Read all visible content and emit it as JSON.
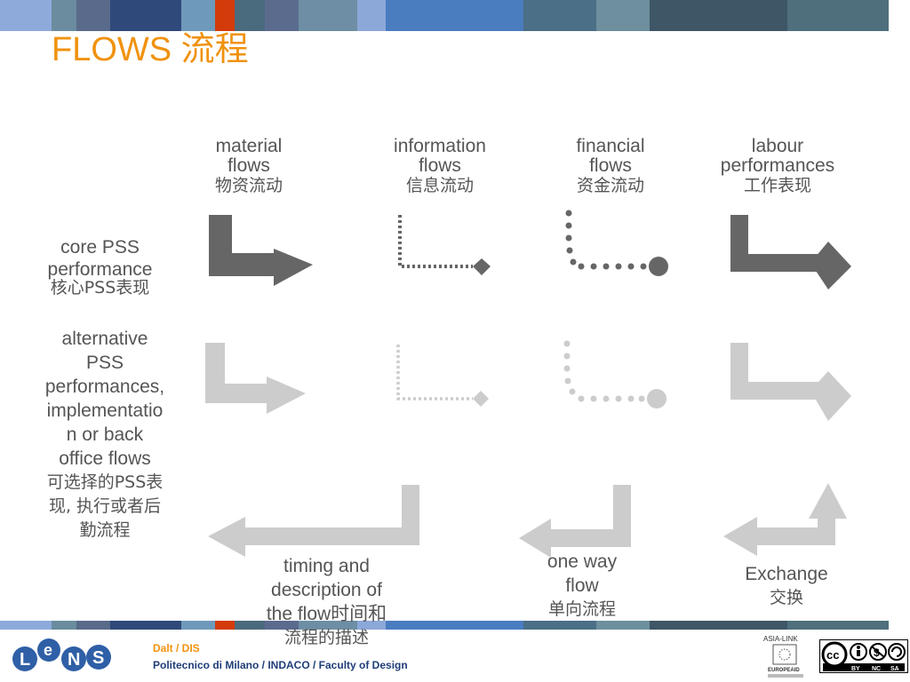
{
  "title": "FLOWS 流程",
  "colors": {
    "title": "#f0920e",
    "flow_dark": "#666666",
    "flow_light": "#cccccc",
    "text": "#555555",
    "footer_org": "#f0920e",
    "footer_sub": "#1f3d78"
  },
  "top_bar_colors": [
    "#8eaadb",
    "#6a8c9e",
    "#5a6a8a",
    "#2f4a7a",
    "#6f99bb",
    "#d33b0a",
    "#4a6a7d",
    "#5b6b8e",
    "#6d8ea4",
    "#8ca8d8",
    "#4a7cc0",
    "#4a6f86",
    "#6d8f9e",
    "#3e5665",
    "#4f6f7c"
  ],
  "columns": [
    {
      "en": [
        "material",
        "flows"
      ],
      "zh": "物资流动"
    },
    {
      "en": [
        "information",
        "flows"
      ],
      "zh": "信息流动"
    },
    {
      "en": [
        "financial",
        "flows"
      ],
      "zh": "资金流动"
    },
    {
      "en": [
        "labour",
        "performances"
      ],
      "zh": "工作表现"
    }
  ],
  "rows": [
    {
      "en": [
        "core PSS",
        "performance"
      ],
      "zh": [
        "核心PSS表现"
      ]
    },
    {
      "en": [
        "alternative",
        "PSS",
        "performances,",
        "implementatio",
        "n or back",
        "office flows"
      ],
      "zh": [
        "可选择的PSS表",
        "现, 执行或者后",
        "勤流程"
      ]
    }
  ],
  "legend": [
    {
      "en": [
        "timing and",
        "description of"
      ],
      "mixed": "the flow时间和",
      "zh": "流程的描述"
    },
    {
      "en": [
        "one way",
        "flow"
      ],
      "zh": "单向流程"
    },
    {
      "en": [
        "Exchange"
      ],
      "zh": "交换"
    }
  ],
  "footer": {
    "org": "Dalt / DIS",
    "subtitle": "Politecnico di Milano / INDACO / Faculty of Design",
    "logo_text": "LENS",
    "asia_link": "ASIA-LINK",
    "europeaid": "EUROPEAID",
    "cc_labels": [
      "BY",
      "NC",
      "SA"
    ]
  }
}
